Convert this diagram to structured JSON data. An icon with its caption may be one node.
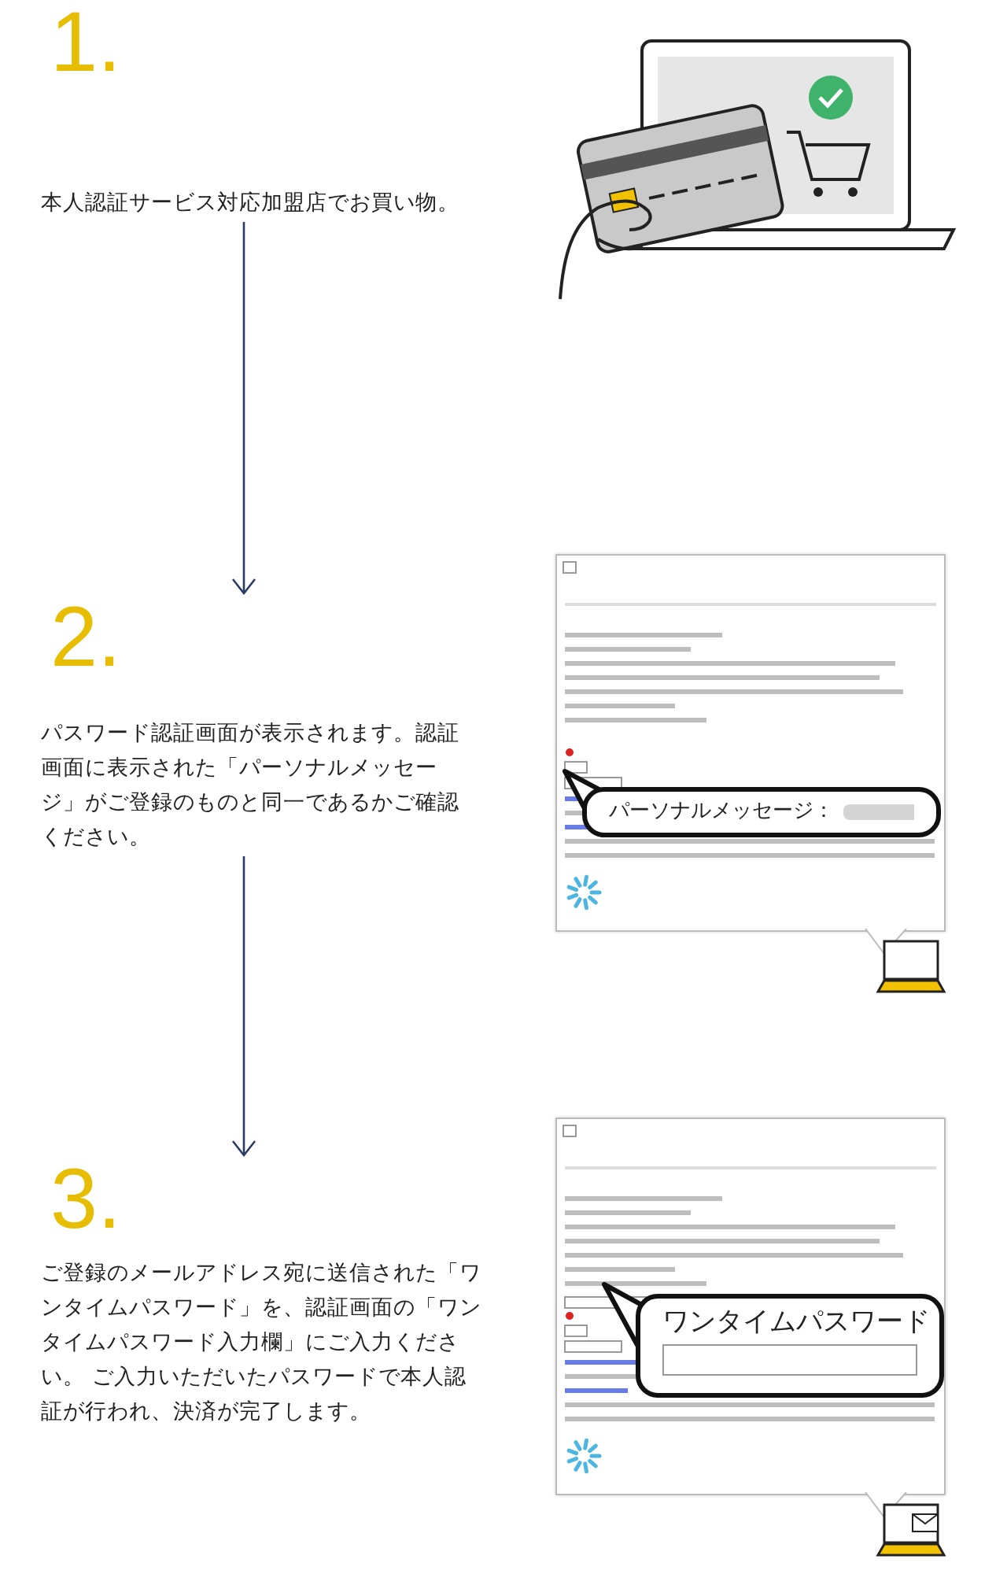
{
  "diagram": {
    "nodes": [
      {
        "text": [
          "1.",
          "本人認証サービス対応加盟店でお買い物。"
        ]
      },
      {
        "text": [
          "2.",
          "パスワード認証画面が表示されます。認証画面に表示された「パーソナルメッセージ」がご登録のものと同一であるかご確認ください。"
        ]
      },
      {
        "text": [
          "3.",
          "ご登録のメールアドレス宛に送信された「ワンタイムパスワード」を、認証画面の「ワンタイムパスワード入力欄」にご入力ください。 ご入力いただいたパスワードで本人認証が行われ、決済が完了します。"
        ]
      }
    ],
    "edges": [
      {
        "from": 0,
        "to": 1,
        "arrow": "to"
      },
      {
        "from": 1,
        "to": 2,
        "arrow": "to"
      }
    ],
    "labels": [
      "パーソナルメッセージ：",
      "ワンタイムパスワード"
    ]
  }
}
